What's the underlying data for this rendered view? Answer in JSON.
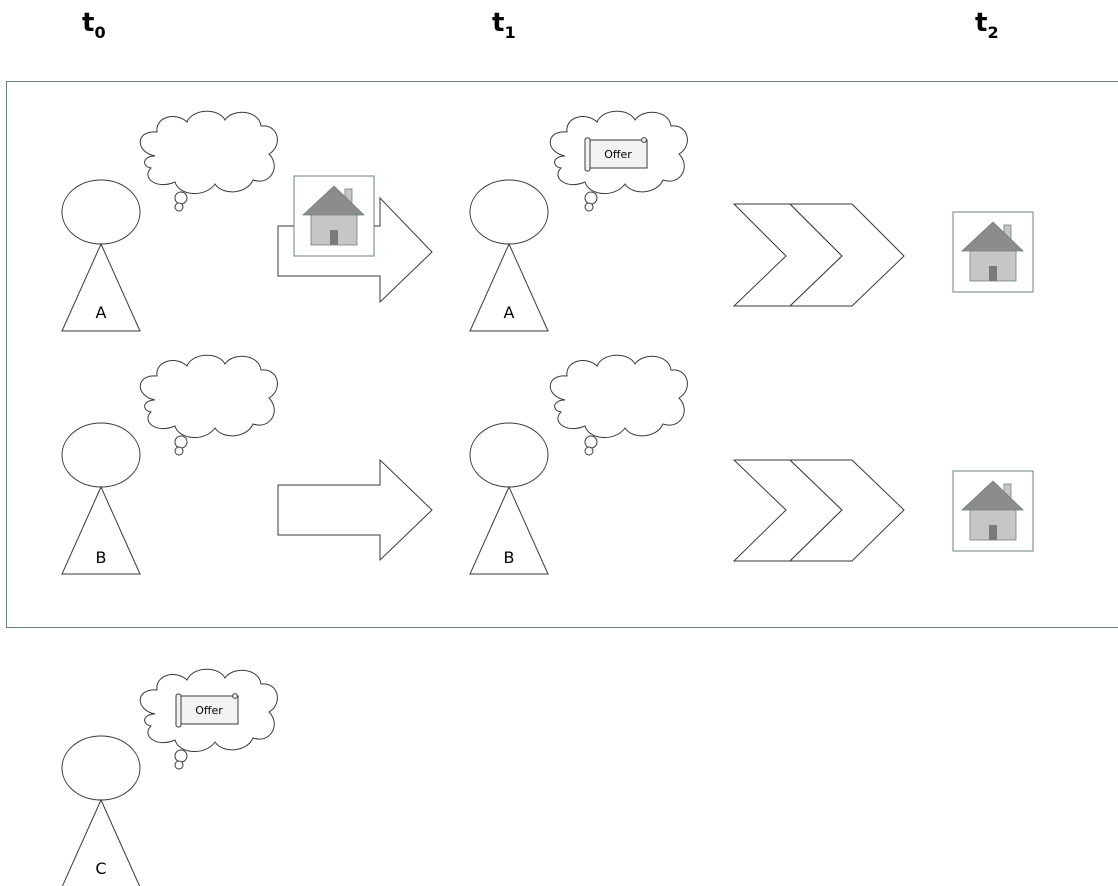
{
  "timeline": [
    {
      "base": "t",
      "sub": "0"
    },
    {
      "base": "t",
      "sub": "1"
    },
    {
      "base": "t",
      "sub": "2"
    }
  ],
  "scenario": {
    "row_a": {
      "t0_label": "A",
      "t1_label": "A",
      "t1_thought": "Offer",
      "transfer_item": "house-icon",
      "outcome_item": "house-icon"
    },
    "row_b": {
      "t0_label": "B",
      "t1_label": "B",
      "outcome_item": "house-icon"
    }
  },
  "outside": {
    "label": "C",
    "thought": "Offer"
  },
  "colors": {
    "stroke": "#3a3a3a",
    "frame": "#6b8080",
    "roof": "#8c8c8c",
    "wall": "#c6c6c6",
    "door": "#7a7a7a",
    "scroll": "#f2f2f2"
  }
}
